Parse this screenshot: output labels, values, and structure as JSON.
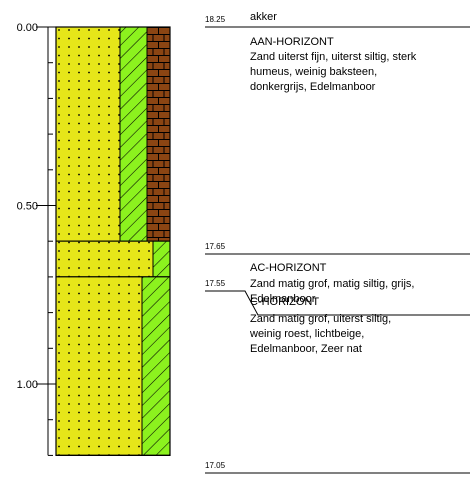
{
  "depth_axis": {
    "unit": "m",
    "ticks": [
      {
        "depth": 0.0,
        "label": "0.00"
      },
      {
        "depth": 0.5,
        "label": "0.50"
      },
      {
        "depth": 1.0,
        "label": "1.00"
      }
    ],
    "minor_step": 0.1,
    "range": [
      0.0,
      1.2
    ]
  },
  "surface": {
    "elevation": "18.25",
    "land_use": "akker"
  },
  "layers": [
    {
      "top_depth": 0.0,
      "bottom_depth": 0.6,
      "bottom_elevation": "17.65",
      "name": "AAN-HORIZONT",
      "lines": [
        "Zand uiterst fijn, uiterst siltig, sterk",
        "humeus, weinig baksteen,",
        "donkergrijs, Edelmanboor"
      ],
      "columns": [
        "sand",
        "silt",
        "humus"
      ]
    },
    {
      "top_depth": 0.6,
      "bottom_depth": 0.7,
      "bottom_elevation": "17.55",
      "name": "AC-HORIZONT",
      "lines": [
        "Zand matig grof, matig siltig, grijs,",
        "Edelmanboor"
      ],
      "columns": [
        "sand",
        "silt"
      ]
    },
    {
      "top_depth": 0.7,
      "bottom_depth": 1.2,
      "bottom_elevation": "17.05",
      "name": "C-HORIZONT",
      "lines": [
        "Zand matig grof, uiterst siltig,",
        "weinig roest, lichtbeige,",
        "Edelmanboor, Zeer nat"
      ],
      "columns": [
        "sand",
        "silt"
      ]
    }
  ],
  "colors": {
    "sand": "#e6e619",
    "silt": "#8cf21e",
    "humus": "#8b4513",
    "outline": "#000000"
  }
}
